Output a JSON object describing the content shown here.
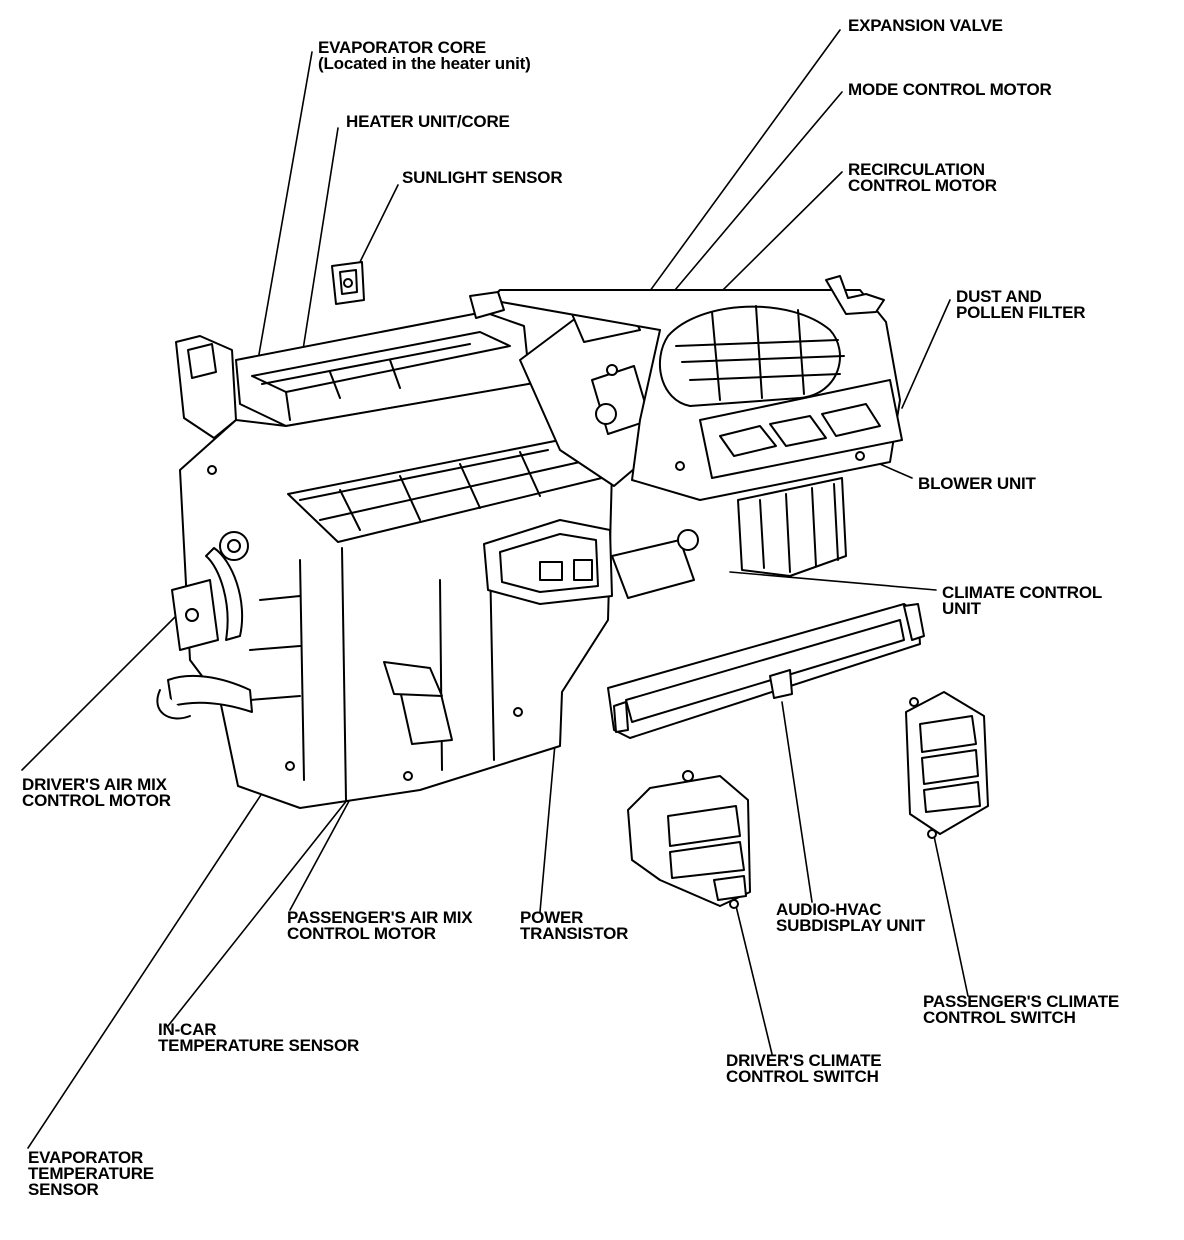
{
  "labels": {
    "evaporator_core": [
      "EVAPORATOR CORE",
      "(Located in the heater unit)"
    ],
    "heater_unit_core": [
      "HEATER UNIT/CORE"
    ],
    "sunlight_sensor": [
      "SUNLIGHT SENSOR"
    ],
    "expansion_valve": [
      "EXPANSION VALVE"
    ],
    "mode_control_motor": [
      "MODE CONTROL MOTOR"
    ],
    "recirculation_control_motor": [
      "RECIRCULATION",
      "CONTROL MOTOR"
    ],
    "dust_pollen_filter": [
      "DUST AND",
      "POLLEN FILTER"
    ],
    "blower_unit": [
      "BLOWER UNIT"
    ],
    "climate_control_unit": [
      "CLIMATE CONTROL",
      "UNIT"
    ],
    "drivers_air_mix_motor": [
      "DRIVER'S AIR MIX",
      "CONTROL MOTOR"
    ],
    "passengers_air_mix_motor": [
      "PASSENGER'S AIR MIX",
      "CONTROL MOTOR"
    ],
    "power_transistor": [
      "POWER",
      "TRANSISTOR"
    ],
    "audio_hvac_subdisplay": [
      "AUDIO-HVAC",
      "SUBDISPLAY UNIT"
    ],
    "in_car_temp_sensor": [
      "IN-CAR",
      "TEMPERATURE SENSOR"
    ],
    "passengers_climate_switch": [
      "PASSENGER'S CLIMATE",
      "CONTROL SWITCH"
    ],
    "drivers_climate_switch": [
      "DRIVER'S CLIMATE",
      "CONTROL SWITCH"
    ],
    "evaporator_temp_sensor": [
      "EVAPORATOR",
      "TEMPERATURE",
      "SENSOR"
    ]
  }
}
